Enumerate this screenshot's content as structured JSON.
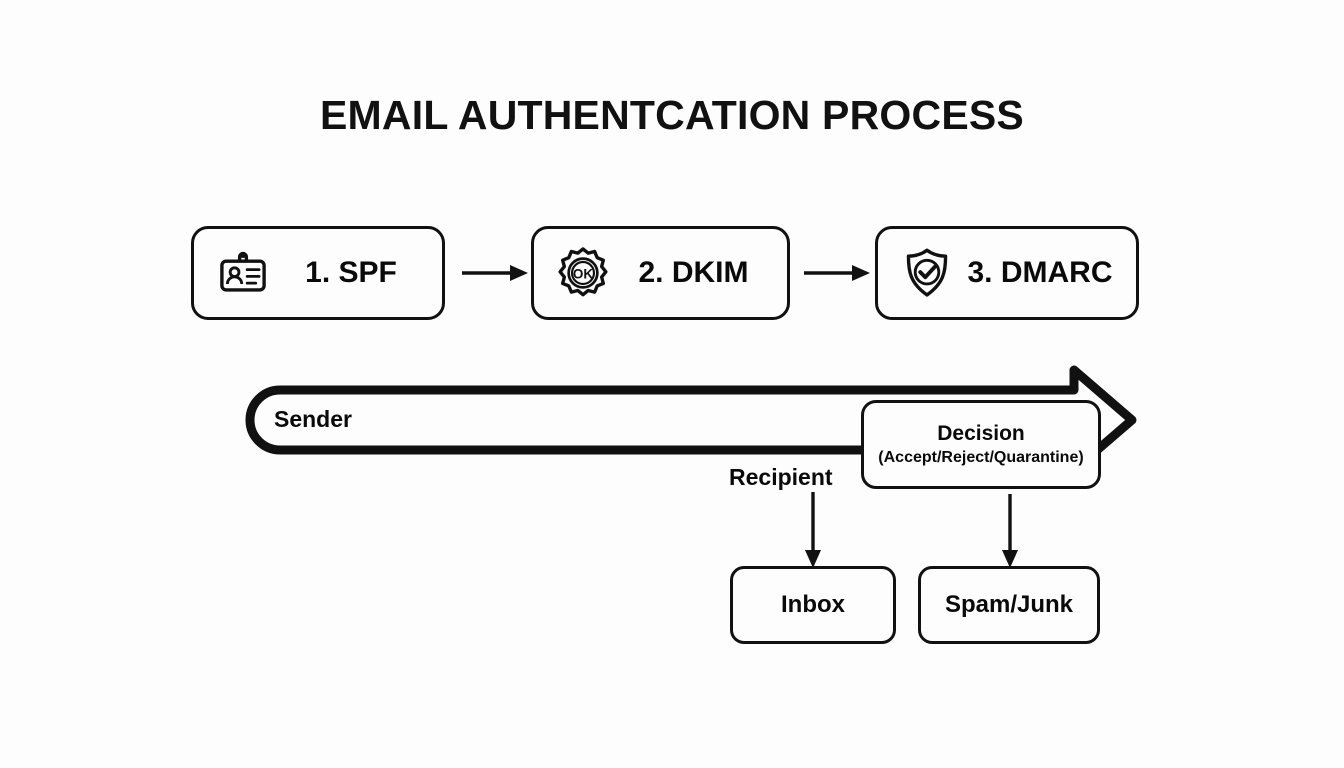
{
  "title": "EMAIL AUTHENTCATION PROCESS",
  "colors": {
    "stroke": "#111111",
    "background": "#fdfdfd",
    "text": "#0a0a0a"
  },
  "stages": [
    {
      "label": "1. SPF",
      "icon": "id-badge-icon"
    },
    {
      "label": "2. DKIM",
      "icon": "ok-seal-icon"
    },
    {
      "label": "3. DMARC",
      "icon": "shield-check-icon"
    }
  ],
  "flow": {
    "sender_label": "Sender",
    "recipient_label": "Recipient",
    "decision": {
      "title": "Decision",
      "subtitle": "(Accept/Reject/Quarantine)"
    }
  },
  "outcomes": [
    {
      "label": "Inbox"
    },
    {
      "label": "Spam/Junk"
    }
  ]
}
